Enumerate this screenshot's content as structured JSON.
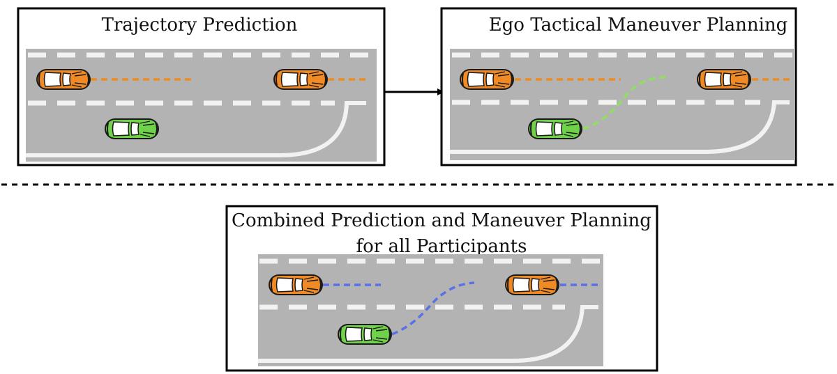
{
  "panels": {
    "prediction": {
      "title": "Trajectory Prediction"
    },
    "planning": {
      "title": "Ego Tactical Maneuver Planning"
    },
    "combined": {
      "title_line1": "Combined Prediction and Maneuver Planning",
      "title_line2": "for all Participants"
    }
  },
  "colors": {
    "road": "#b3b3b3",
    "lane_marking": "#f2f2f2",
    "frame": "#000000",
    "ego_car": "#6fd24a",
    "other_car": "#f08a24",
    "prediction_path": "#f08a24",
    "planning_path": "#90e060",
    "combined_path": "#5a70e6"
  },
  "icons": [
    "orange-car-icon",
    "green-ego-car-icon",
    "arrow-icon"
  ]
}
